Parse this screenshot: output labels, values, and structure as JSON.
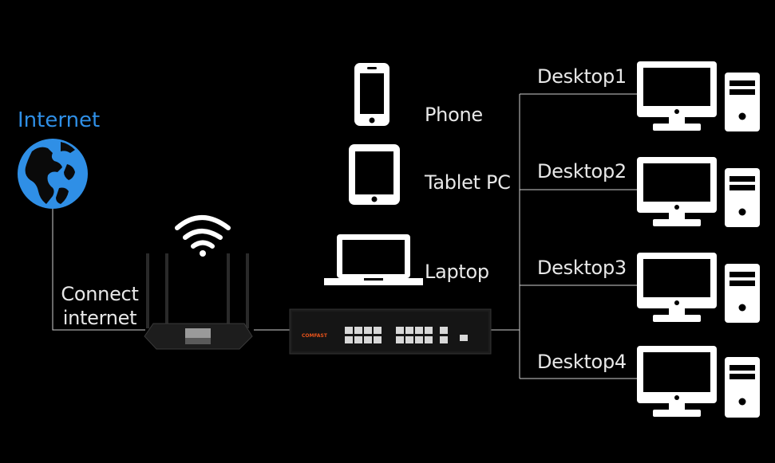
{
  "internet": {
    "label": "Internet",
    "color": "#2f8fe6"
  },
  "connect_label": {
    "line1": "Connect",
    "line2": "internet"
  },
  "devices": {
    "phone": "Phone",
    "tablet": "Tablet PC",
    "laptop": "Laptop"
  },
  "switch": {
    "brand": "COMFAST"
  },
  "desktops": [
    {
      "label": "Desktop1"
    },
    {
      "label": "Desktop2"
    },
    {
      "label": "Desktop3"
    },
    {
      "label": "Desktop4"
    }
  ],
  "colors": {
    "background": "#000000",
    "line": "#cfcfcf",
    "icon": "#ffffff",
    "text": "#e8e8e8",
    "brand": "#e8531a"
  }
}
